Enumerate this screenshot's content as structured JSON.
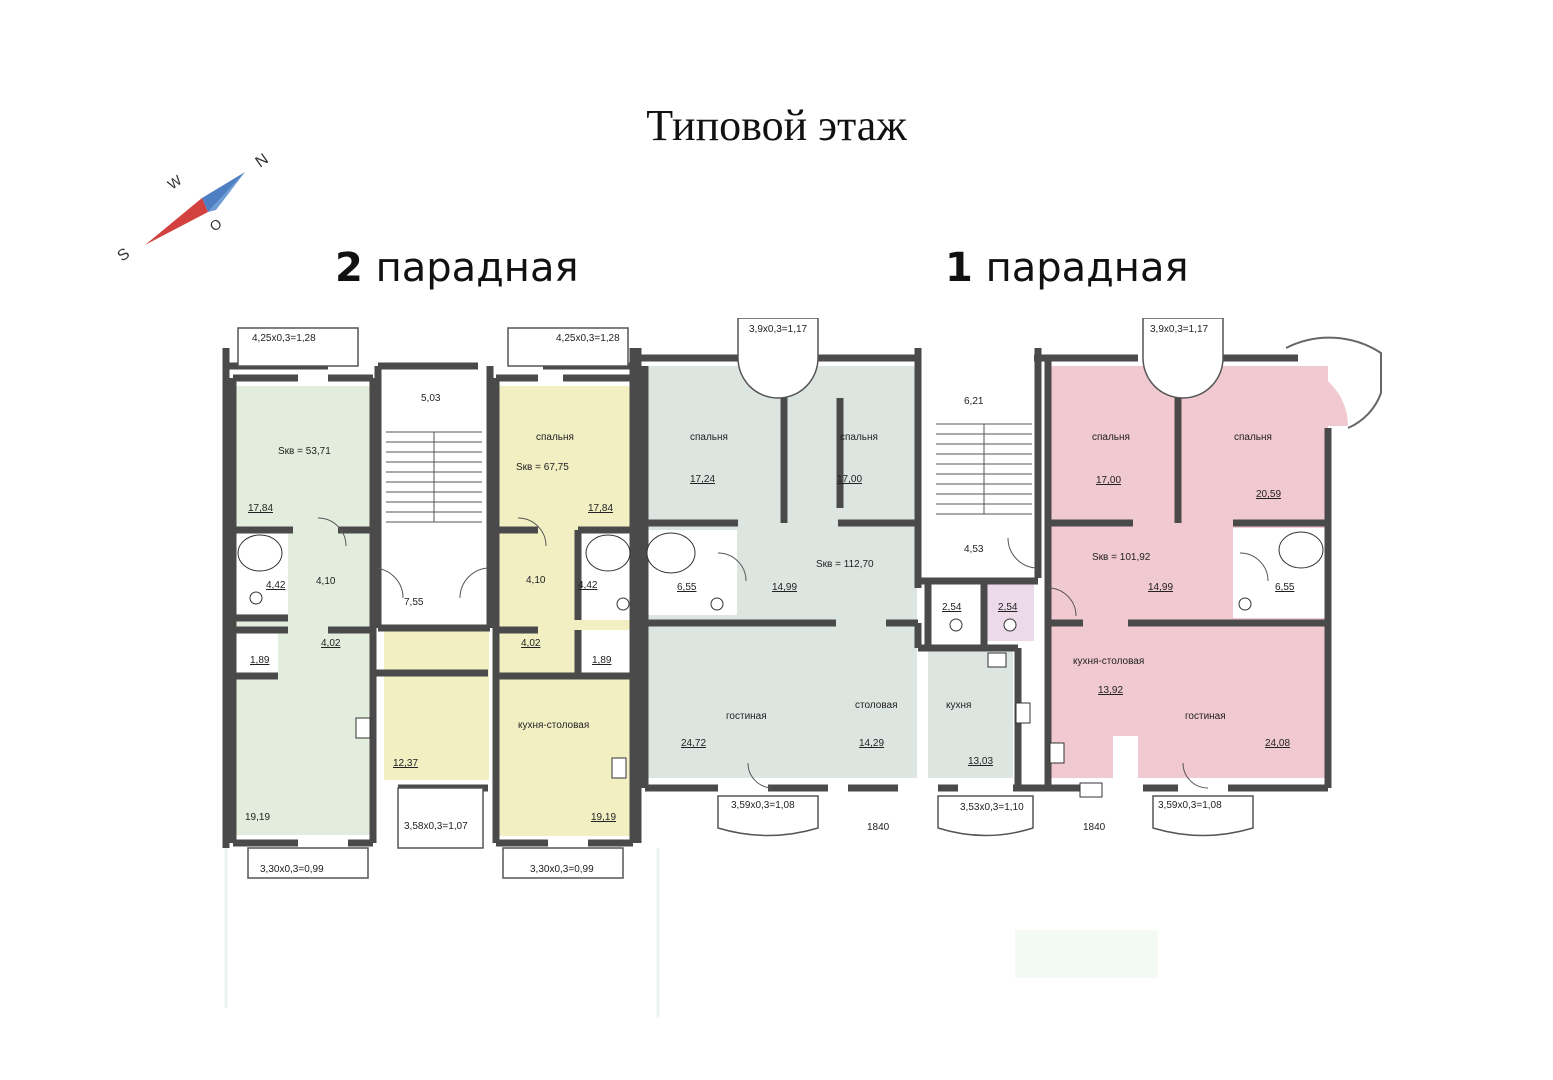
{
  "page": {
    "title": "Типовой этаж",
    "entrances": [
      {
        "number": "2",
        "label": "парадная"
      },
      {
        "number": "1",
        "label": "парадная"
      }
    ]
  },
  "compass": {
    "n": "N",
    "w": "W",
    "o": "O",
    "s": "S"
  },
  "colors": {
    "apt_green": "#e3eddd",
    "apt_yellow": "#f2efc3",
    "apt_gray": "#dde5e1",
    "apt_pink": "#f1c9d0",
    "bath_pink": "#ecdaea",
    "wall": "#4a4a4a",
    "compass_red": "#d2413d",
    "compass_blue": "#4e7fc2"
  },
  "balconies": {
    "b1": "4,25x0,3=1,28",
    "b2": "4,25x0,3=1,28",
    "b3": "3,9x0,3=1,17",
    "b4": "3,9x0,3=1,17",
    "b5": "3,30x0,3=0,99",
    "b6": "3,58x0,3=1,07",
    "b7": "3,30x0,3=0,99",
    "b8": "3,59x0,3=1,08",
    "b9": "3,53x0,3=1,10",
    "b10": "3,59x0,3=1,08"
  },
  "windows": {
    "w1": "1840",
    "w2": "1840"
  },
  "stairs": {
    "s2_top": "5,03",
    "s2_bottom": "7,55",
    "s1_top": "6,21",
    "s1_landing": "4,53"
  },
  "apt_green": {
    "s": "Sкв = 53,71",
    "r1": "17,84",
    "r2": "4,42",
    "r3": "4,10",
    "r4": "4,02",
    "r5": "1,89",
    "r6": "12,37",
    "r7": "19,19"
  },
  "apt_yellow": {
    "s": "Sкв = 67,75",
    "bedroom": "спальня",
    "kitchen": "кухня-столовая",
    "r1": "17,84",
    "r2": "4,10",
    "r3": "4,42",
    "r4": "4,02",
    "r5": "1,89",
    "r6": "19,19"
  },
  "apt_gray": {
    "s": "Sкв = 112,70",
    "bedroom1": "спальня",
    "bedroom2": "спальня",
    "living": "гостиная",
    "dining": "столовая",
    "kitchen": "кухня",
    "r1": "17,24",
    "r2": "17,00",
    "r3": "6,55",
    "r4": "14,99",
    "r5": "24,72",
    "r6": "14,29",
    "r7": "13,03",
    "wc1": "2,54",
    "wc2": "2,54"
  },
  "apt_pink": {
    "s": "Sкв = 101,92",
    "bedroom1": "спальня",
    "bedroom2": "спальня",
    "kitchen": "кухня-столовая",
    "living": "гостиная",
    "r1": "17,00",
    "r2": "20,59",
    "r3": "14,99",
    "r4": "6,55",
    "r5": "13,92",
    "r6": "24,08"
  }
}
